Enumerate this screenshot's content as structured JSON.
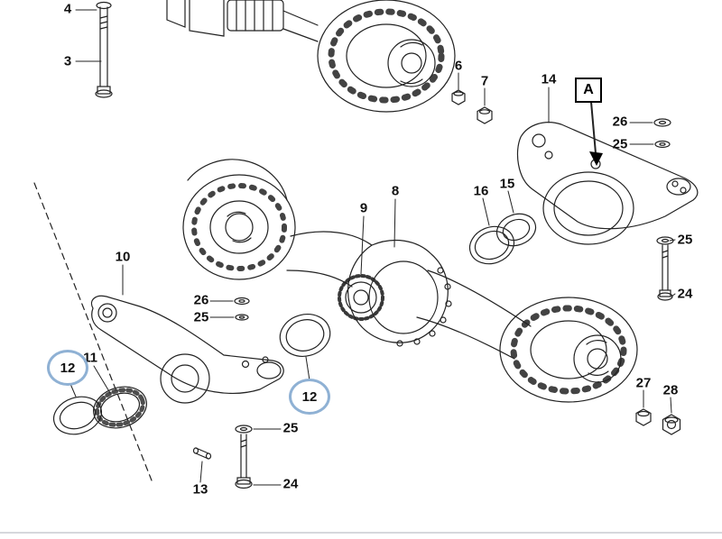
{
  "figure": {
    "highlight_color": "#8fb1d4",
    "callouts": [
      {
        "text": "4"
      },
      {
        "text": "3"
      },
      {
        "text": "6"
      },
      {
        "text": "7"
      },
      {
        "text": "14"
      },
      {
        "text": "26"
      },
      {
        "text": "25"
      },
      {
        "text": "25"
      },
      {
        "text": "24"
      },
      {
        "text": "16"
      },
      {
        "text": "15"
      },
      {
        "text": "8"
      },
      {
        "text": "9"
      },
      {
        "text": "10"
      },
      {
        "text": "26"
      },
      {
        "text": "25"
      },
      {
        "text": "11"
      },
      {
        "text": "25"
      },
      {
        "text": "24"
      },
      {
        "text": "13"
      },
      {
        "text": "27"
      },
      {
        "text": "28"
      }
    ],
    "highlighted_callouts": [
      {
        "text": "12"
      },
      {
        "text": "12"
      }
    ],
    "view_reference": {
      "text": "A"
    }
  }
}
